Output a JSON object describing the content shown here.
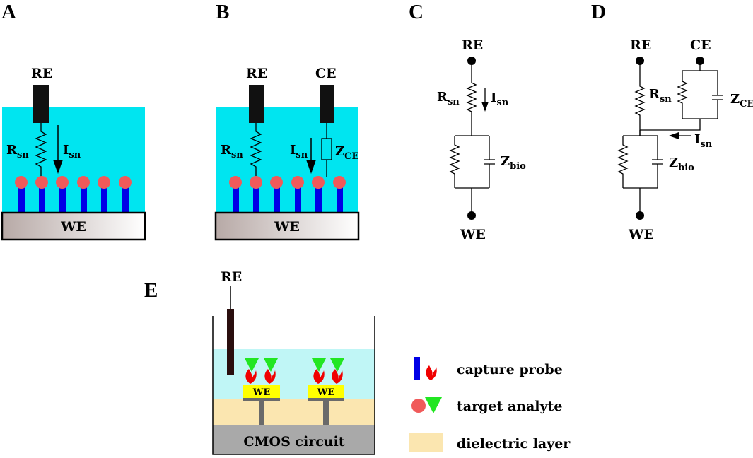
{
  "panels": {
    "A": {
      "label": "A",
      "re": "RE",
      "we": "WE",
      "r_main": "R",
      "r_sub": "sn",
      "i_main": "I",
      "i_sub": "sn"
    },
    "B": {
      "label": "B",
      "re": "RE",
      "ce": "CE",
      "we": "WE",
      "r_main": "R",
      "r_sub": "sn",
      "i_main": "I",
      "i_sub": "sn",
      "z_main": "Z",
      "z_sub": "CE"
    },
    "C": {
      "label": "C",
      "re": "RE",
      "we": "WE",
      "r_main": "R",
      "r_sub": "sn",
      "i_main": "I",
      "i_sub": "sn",
      "z_main": "Z",
      "z_sub": "bio"
    },
    "D": {
      "label": "D",
      "re": "RE",
      "ce": "CE",
      "we": "WE",
      "r_main": "R",
      "r_sub": "sn",
      "zce_main": "Z",
      "zce_sub": "CE",
      "i_main": "I",
      "i_sub": "sn",
      "z_main": "Z",
      "z_sub": "bio"
    },
    "E": {
      "label": "E",
      "re": "RE",
      "we_left": "WE",
      "we_right": "WE",
      "cmos": "CMOS circuit"
    }
  },
  "legend": [
    {
      "icon": "capture-probe-icon",
      "label": "capture probe"
    },
    {
      "icon": "target-analyte-icon",
      "label": "target analyte"
    },
    {
      "icon": "dielectric-layer-icon",
      "label": "dielectric layer"
    }
  ],
  "colors": {
    "solution": "#00e5f0",
    "solution_light": "#c0f6f6",
    "probe": "#0000e6",
    "analyte_red": "#f05a5a",
    "analyte_green": "#22e622",
    "dielectric": "#fbe6b0",
    "cmos": "#a9a9a9",
    "we_chip": "#ffff00",
    "electrode": "#111111"
  }
}
